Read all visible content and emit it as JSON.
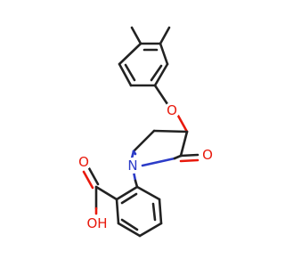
{
  "molecule": {
    "atom_labels": {
      "ether_oxygen": "O",
      "carbonyl_oxygen": "O",
      "ring_nitrogen": "N",
      "hydroxyl": "OH",
      "acid_carbonyl_oxygen": "O"
    },
    "colors": {
      "carbon_bond": "#222222",
      "oxygen": "#e8190c",
      "nitrogen": "#2c3cc8"
    }
  }
}
